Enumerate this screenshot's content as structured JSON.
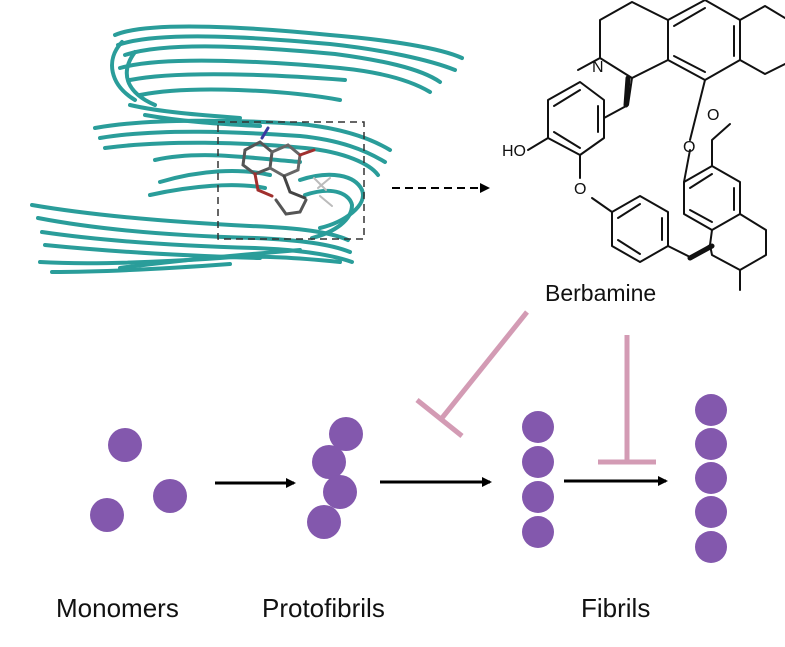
{
  "figure": {
    "compound_name": "Berbamine",
    "stages": [
      "Monomers",
      "Protofibrils",
      "Fibrils"
    ],
    "structure_labels": {
      "hydroxyl": "HO",
      "nitrogen": "N",
      "oxygen": "O",
      "ether_oxygen_1": "O",
      "ether_oxygen_2": "O"
    },
    "colors": {
      "protein_ribbon": "#2a9d9a",
      "particle": "#8358ad",
      "inhibition": "#d39bb4",
      "arrow": "#000000",
      "bond": "#111111"
    },
    "icons": {
      "ribbon": "protein-ribbon-icon",
      "structure": "chemical-structure-icon",
      "inhibit": "inhibition-tbar-icon",
      "arrow": "right-arrow-icon"
    }
  }
}
